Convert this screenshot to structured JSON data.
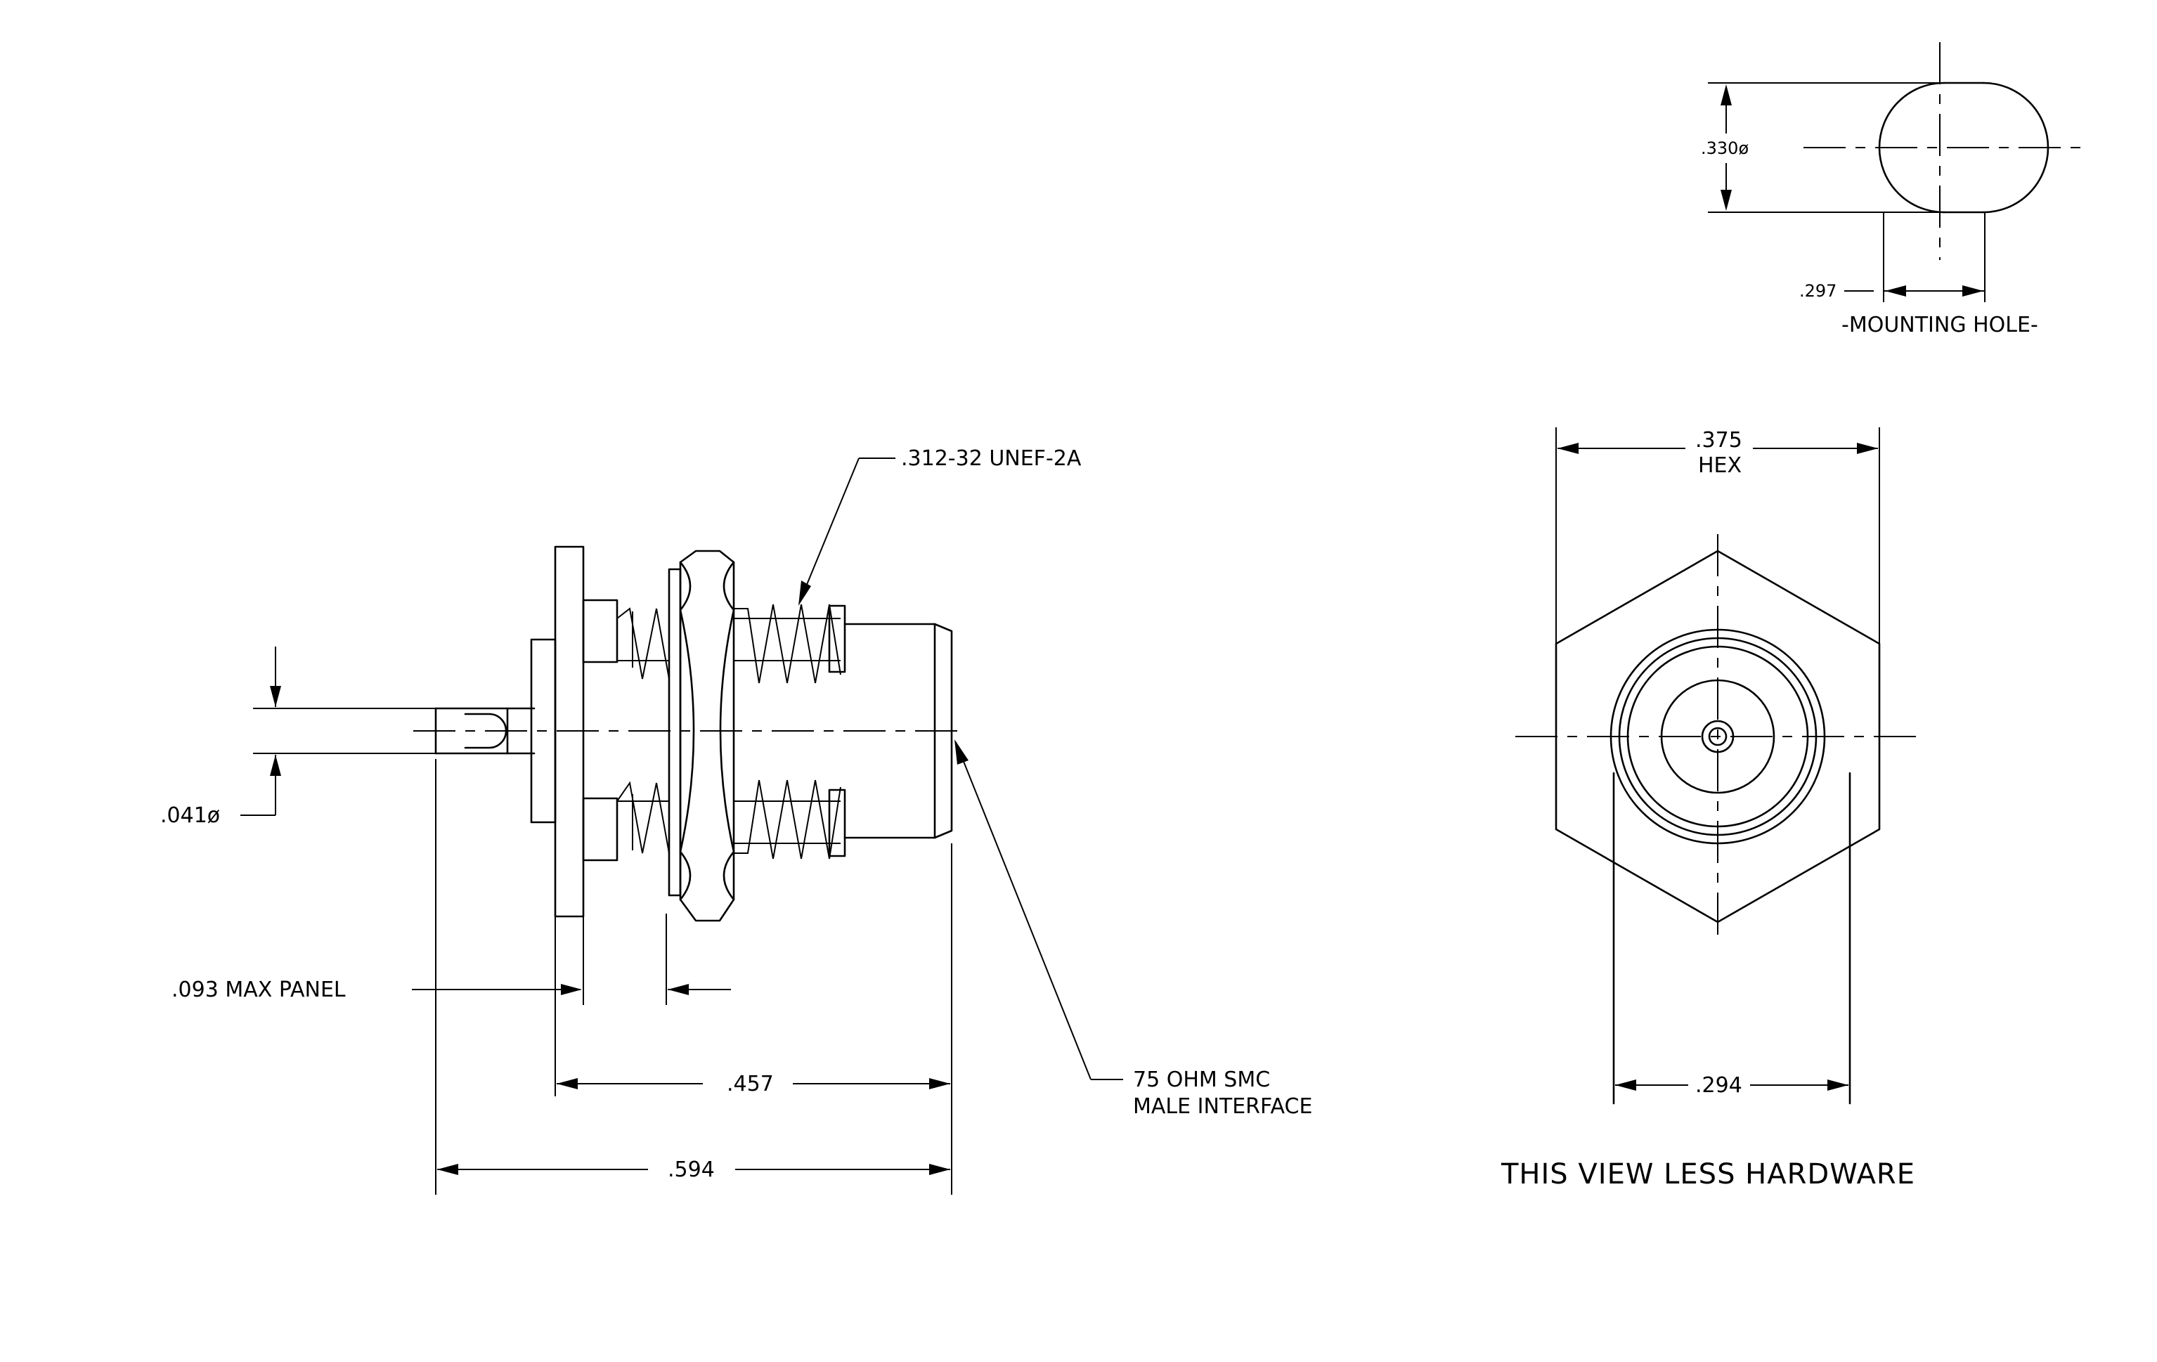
{
  "mounting_hole": {
    "diameter": ".330ø",
    "flat": ".297",
    "title": "-MOUNTING HOLE-"
  },
  "side_view": {
    "thread": ".312-32 UNEF-2A",
    "pin_diameter": ".041ø",
    "panel": ".093 MAX PANEL",
    "length_457": ".457",
    "length_594": ".594",
    "interface_line1": "75 OHM SMC",
    "interface_line2": "MALE INTERFACE"
  },
  "end_view": {
    "hex_size": ".375",
    "hex_label": "HEX",
    "flat_width": ".294",
    "caption": "THIS VIEW LESS HARDWARE"
  }
}
